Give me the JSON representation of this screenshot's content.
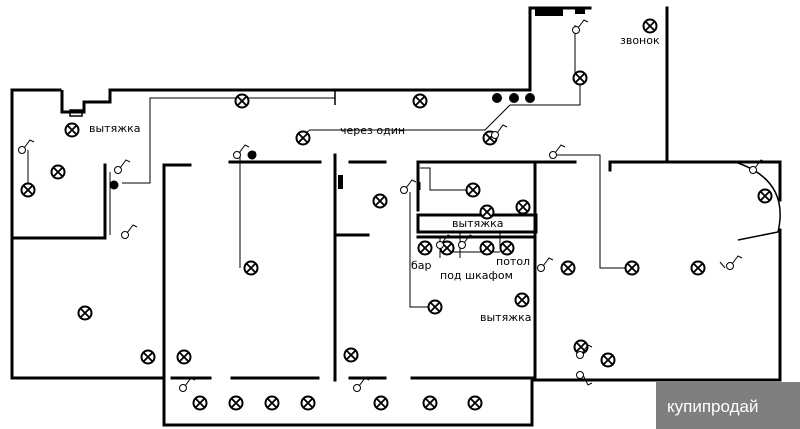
{
  "labels": {
    "zvonok": "звонок",
    "vytyazhka_top": "вытяжка",
    "cherez_odin": "через один",
    "vytyazhka_kitchen": "вытяжка",
    "bar": "бар",
    "potol": "потол",
    "pod_shkafom": "под шкафом",
    "vytyazhka_bottom": "вытяжка"
  },
  "watermark": {
    "text": "купипродай"
  },
  "colors": {
    "line": "#000000",
    "background": "#ffffff",
    "watermark_bg": "#7f7f7f"
  }
}
